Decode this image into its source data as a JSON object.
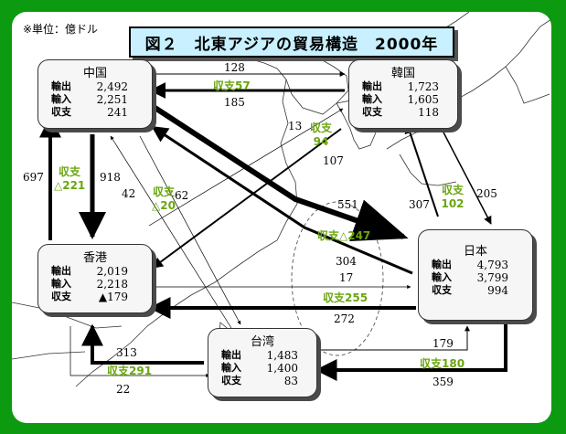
{
  "unit_note": "※単位：億ドル",
  "title": "図２　北東アジアの貿易構造　2000年",
  "row_labels": {
    "export": "輸出",
    "import": "輸入",
    "balance": "収支"
  },
  "countries": {
    "china": {
      "name": "中国",
      "export": "2,492",
      "import": "2,251",
      "balance": "241"
    },
    "korea": {
      "name": "韓国",
      "export": "1,723",
      "import": "1,605",
      "balance": "118"
    },
    "hk": {
      "name": "香港",
      "export": "2,019",
      "import": "2,218",
      "balance": "▲179"
    },
    "japan": {
      "name": "日本",
      "export": "4,793",
      "import": "3,799",
      "balance": "994"
    },
    "taiwan": {
      "name": "台湾",
      "export": "1,483",
      "import": "1,400",
      "balance": "83"
    }
  },
  "flows": {
    "china_korea": "128",
    "korea_china": "185",
    "china_korea_bal": "収支57",
    "korea_hk_13": "13",
    "korea_hk_bal": "収支\n94",
    "korea_hk_107": "107",
    "hk_china": "697",
    "china_hk": "918",
    "china_hk_bal": "収支\n△221",
    "taiwan_china": "42",
    "china_taiwan": "62",
    "china_taiwan_bal": "収支\n△20",
    "japan_china": "551",
    "china_japan": "304",
    "china_japan_bal": "収支△247",
    "korea_japan": "205",
    "japan_korea": "307",
    "japan_korea_bal": "収支\n102",
    "hk_japan": "17",
    "japan_hk": "272",
    "japan_hk_bal": "収支255",
    "taiwan_hk": "313",
    "hk_taiwan": "22",
    "taiwan_hk_bal": "収支291",
    "taiwan_japan": "179",
    "japan_taiwan": "359",
    "japan_taiwan_bal": "収支180"
  }
}
